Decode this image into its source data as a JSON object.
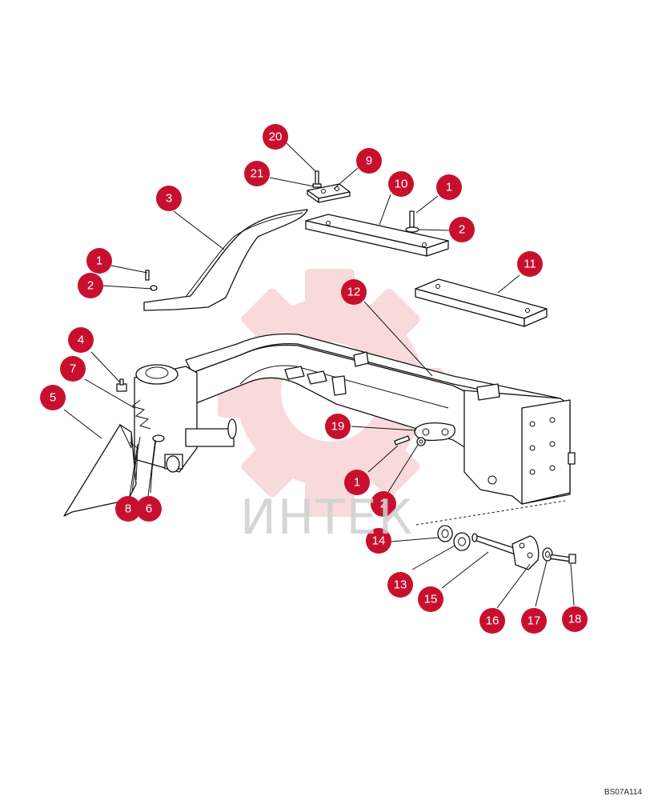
{
  "watermark": {
    "text": "ИНТЕК",
    "color": "#e02020"
  },
  "drawing_code": "BS07A114",
  "callouts": [
    {
      "label": "20"
    },
    {
      "label": "9"
    },
    {
      "label": "21"
    },
    {
      "label": "10"
    },
    {
      "label": "1"
    },
    {
      "label": "3"
    },
    {
      "label": "2"
    },
    {
      "label": "1"
    },
    {
      "label": "2"
    },
    {
      "label": "11"
    },
    {
      "label": "12"
    },
    {
      "label": "4"
    },
    {
      "label": "7"
    },
    {
      "label": "5"
    },
    {
      "label": "19"
    },
    {
      "label": "1"
    },
    {
      "label": "2"
    },
    {
      "label": "8"
    },
    {
      "label": "6"
    },
    {
      "label": "14"
    },
    {
      "label": "13"
    },
    {
      "label": "15"
    },
    {
      "label": "16"
    },
    {
      "label": "17"
    },
    {
      "label": "18"
    }
  ]
}
